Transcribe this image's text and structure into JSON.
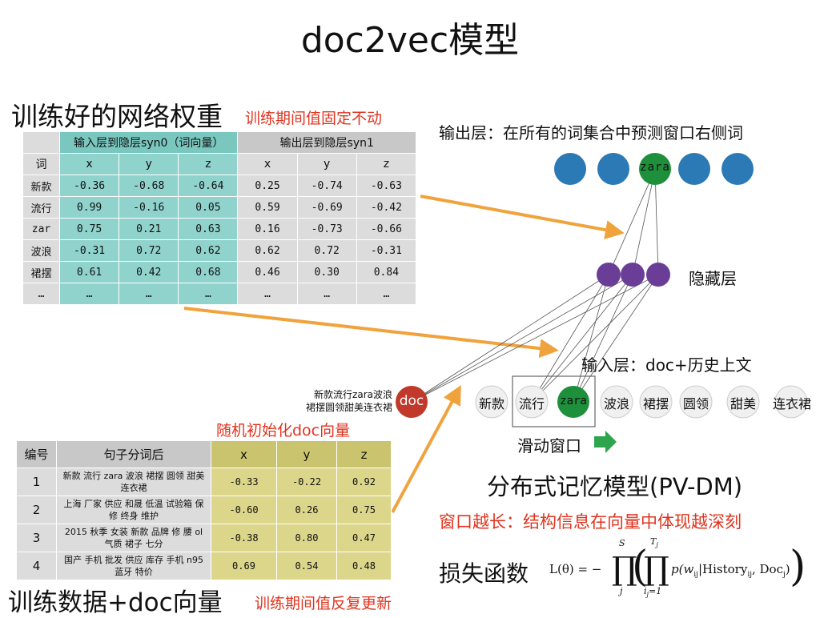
{
  "title": "doc2vec模型",
  "weights": {
    "heading": "训练好的网络权重",
    "note": "训练期间值固定不动",
    "group_headers": [
      "输入层到隐层syn0（词向量）",
      "输出层到隐层syn1"
    ],
    "col_word": "词",
    "cols": [
      "x",
      "y",
      "z",
      "x",
      "y",
      "z"
    ],
    "rows": [
      {
        "word": "新款",
        "vals": [
          "-0.36",
          "-0.68",
          "-0.64",
          "0.25",
          "-0.74",
          "-0.63"
        ]
      },
      {
        "word": "流行",
        "vals": [
          "0.99",
          "-0.16",
          "0.05",
          "0.59",
          "-0.69",
          "-0.42"
        ]
      },
      {
        "word": "zar",
        "vals": [
          "0.75",
          "0.21",
          "0.63",
          "0.16",
          "-0.73",
          "-0.66"
        ]
      },
      {
        "word": "波浪",
        "vals": [
          "-0.31",
          "0.72",
          "0.62",
          "0.62",
          "0.72",
          "-0.31"
        ]
      },
      {
        "word": "裙摆",
        "vals": [
          "0.61",
          "0.42",
          "0.68",
          "0.46",
          "0.30",
          "0.84"
        ]
      },
      {
        "word": "…",
        "vals": [
          "…",
          "…",
          "…",
          "…",
          "…",
          "…"
        ]
      }
    ]
  },
  "output_layer": {
    "label": "输出层：在所有的词集合中预测窗口右侧词",
    "node_text": "zara"
  },
  "hidden_layer": {
    "label": "隐藏层"
  },
  "input_layer": {
    "label": "输入层：doc+历史上文",
    "doc_text": "新款流行zara波浪\n裙摆圆领甜美连衣裙",
    "doc_node": "doc",
    "words": [
      "新款",
      "流行",
      "zara",
      "波浪",
      "裙摆",
      "圆领",
      "甜美",
      "连衣裙"
    ]
  },
  "sliding_window": "滑动窗口",
  "init_note": "随机初始化doc向量",
  "model_name": "分布式记忆模型(PV-DM)",
  "window_note": "窗口越长：结构信息在向量中体现越深刻",
  "loss": {
    "label": "损失函数",
    "formula_lhs": "L(θ) = −",
    "formula_inner": "p(w",
    "formula_sub": "ij",
    "formula_rest": "|History",
    "formula_rest_sub": "ij",
    "formula_doc": ", Doc",
    "formula_doc_sub": "j",
    "formula_end": ")",
    "outer_top": "S",
    "outer_bottom": "j",
    "inner_top": "T",
    "inner_top_sub": "j",
    "inner_bottom": "i",
    "inner_bottom_sub": "j",
    "inner_bottom_eq": "=1"
  },
  "data_table": {
    "headers": [
      "编号",
      "句子分词后",
      "x",
      "y",
      "z"
    ],
    "rows": [
      {
        "id": "1",
        "text": "新款 流行 zara 波浪 裙摆 圆领 甜美 连衣裙",
        "vals": [
          "-0.33",
          "-0.22",
          "0.92"
        ]
      },
      {
        "id": "2",
        "text": "上海 厂家 供应 和晟 低温 试验箱 保修 终身 维护",
        "vals": [
          "-0.60",
          "0.26",
          "0.75"
        ]
      },
      {
        "id": "3",
        "text": "2015 秋季 女装 新款 品牌 修 腰 ol 气质 裙子 七分",
        "vals": [
          "-0.38",
          "0.80",
          "0.47"
        ]
      },
      {
        "id": "4",
        "text": "国产 手机 批发 供应 库存 手机 n95 蓝牙 特价",
        "vals": [
          "0.69",
          "0.54",
          "0.48"
        ]
      }
    ]
  },
  "data_heading": "训练数据+doc向量",
  "data_note": "训练期间值反复更新",
  "colors": {
    "blue_node": "#2b79b5",
    "green_node": "#1e8f3a",
    "purple_node": "#6a3d96",
    "doc_node": "#c0392b",
    "arrow_orange": "#f0a33c",
    "red_text": "#e0341f",
    "green_arrow": "#2ea44f"
  }
}
